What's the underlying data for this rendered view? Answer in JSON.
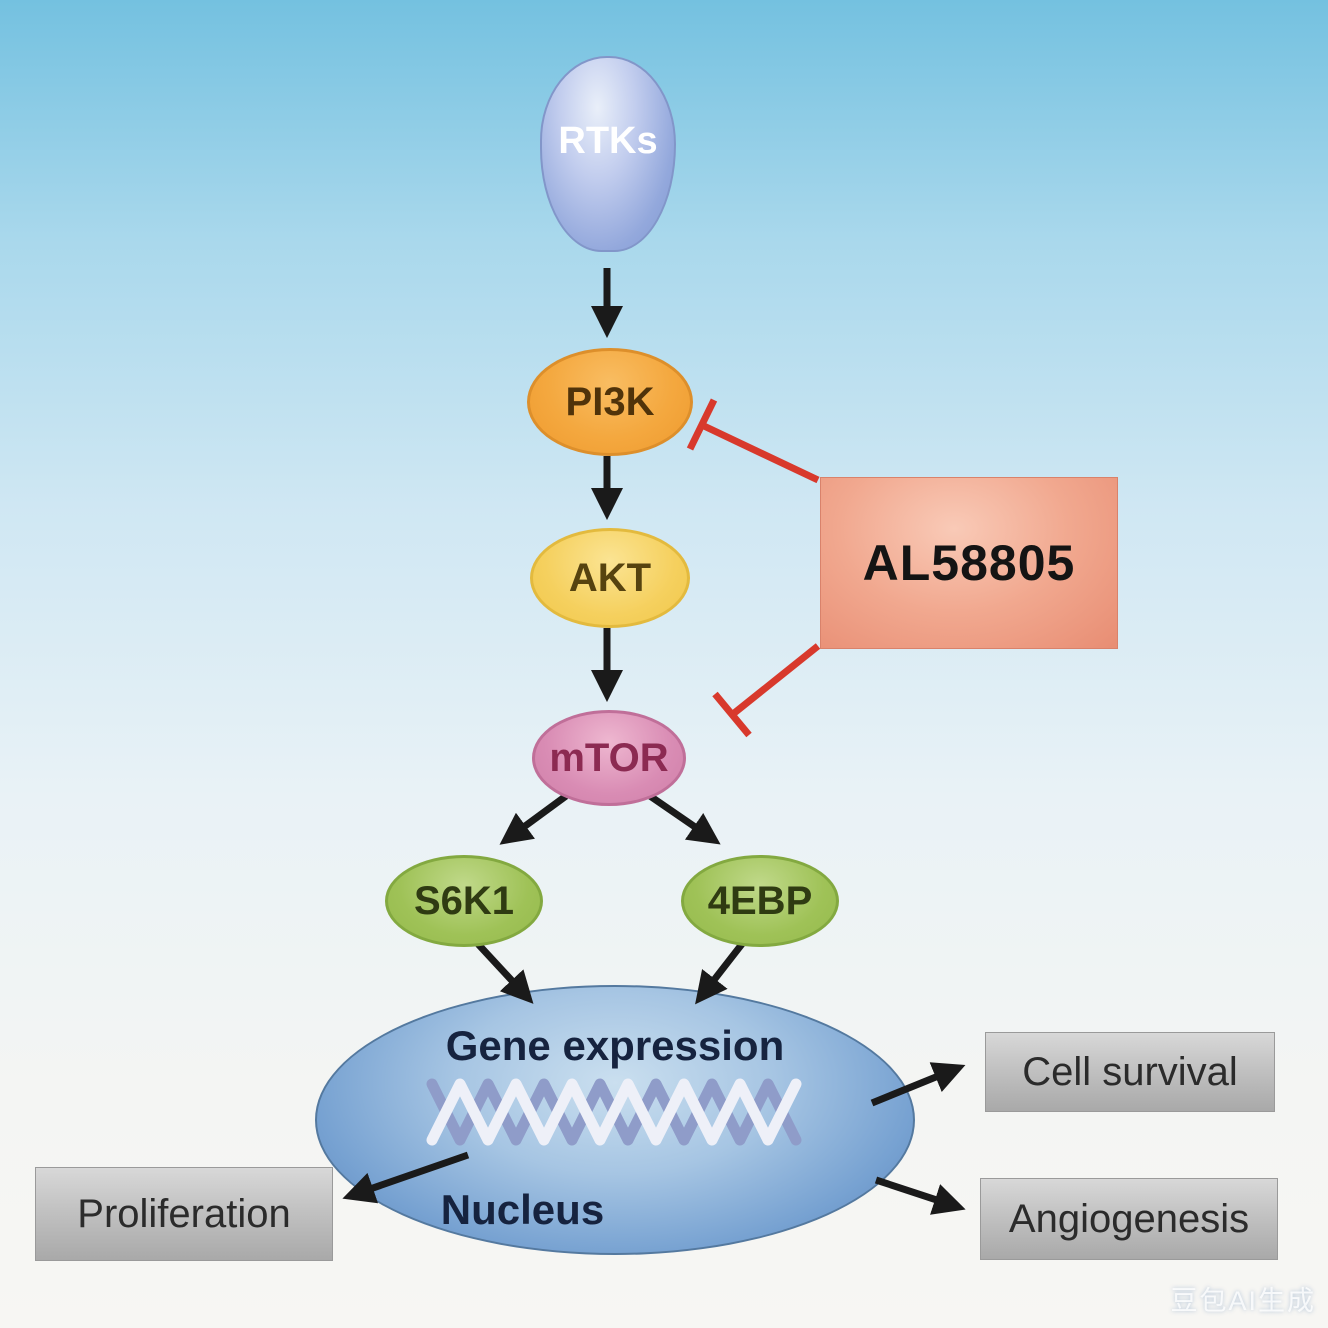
{
  "diagram": {
    "title_context": "RTK/PI3K/AKT/mTOR signaling pathway with AL58805 inhibition",
    "nodes": {
      "rtks": {
        "label": "RTKs"
      },
      "pi3k": {
        "label": "PI3K"
      },
      "akt": {
        "label": "AKT"
      },
      "mtor": {
        "label": "mTOR"
      },
      "s6k1": {
        "label": "S6K1"
      },
      "ebp4": {
        "label": "4EBP"
      }
    },
    "inhibitor": {
      "label": "AL58805"
    },
    "nucleus": {
      "title": "Gene expression",
      "label": "Nucleus"
    },
    "outcomes": {
      "cell_survival": {
        "label": "Cell survival"
      },
      "angiogenesis": {
        "label": "Angiogenesis"
      },
      "proliferation": {
        "label": "Proliferation"
      }
    },
    "watermark": "豆包AI生成",
    "colors": {
      "arrow_black": "#1a1a1a",
      "inhibition_red": "#d8392c",
      "pi3k_orange": "#f4a83f",
      "akt_yellow": "#f5d05e",
      "mtor_pink": "#d98cb4",
      "kinase_green": "#9fc257",
      "rtks_blue": "#93a8dc",
      "nucleus_blue": "#76a1d1",
      "inhibitor_salmon": "#f1a88f",
      "outcome_gray": "#c2c2c2",
      "background_top": "#74c1e0",
      "background_bottom": "#f7f6f3"
    }
  }
}
